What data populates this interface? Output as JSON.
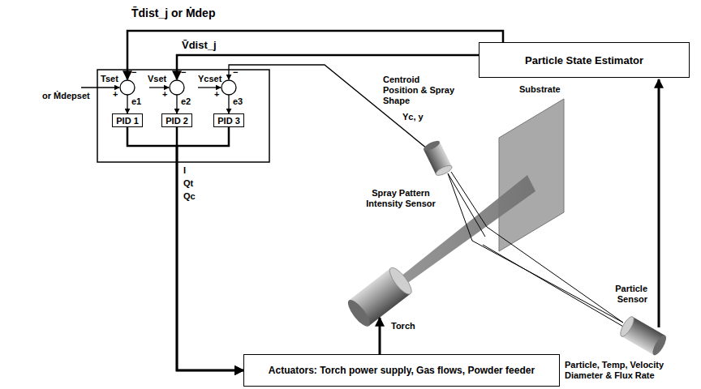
{
  "diagram": {
    "nodes": [
      {
        "text": [
          "PID 1"
        ]
      },
      {
        "text": [
          "PID 2"
        ]
      },
      {
        "text": [
          "PID 3"
        ]
      },
      {
        "text": [
          "Particle State Estimator"
        ]
      },
      {
        "text": [
          "Actuators:  Torch power supply, Gas flows, Powder feeder"
        ]
      }
    ],
    "edges": [
      {
        "from": 0,
        "to": 4,
        "arrow": "to"
      },
      {
        "from": 1,
        "to": 4,
        "arrow": "to"
      },
      {
        "from": 2,
        "to": 4,
        "arrow": "to"
      }
    ],
    "labels": [
      "T̄dist_j or Ṁdep",
      "V̄dist_j",
      "Centroid Position & Spray Shape",
      "Yc, y",
      "Tset",
      "or Ṁdepset",
      "Vset",
      "Ycset",
      "+",
      "+",
      "+",
      "−",
      "−",
      "−",
      "e1",
      "e2",
      "e3",
      "I",
      "Qt",
      "Qc",
      "Spray Pattern Intensity Sensor",
      "Substrate",
      "Torch",
      "Particle Sensor",
      "Particle, Temp, Velocity Diameter & Flux Rate"
    ]
  }
}
